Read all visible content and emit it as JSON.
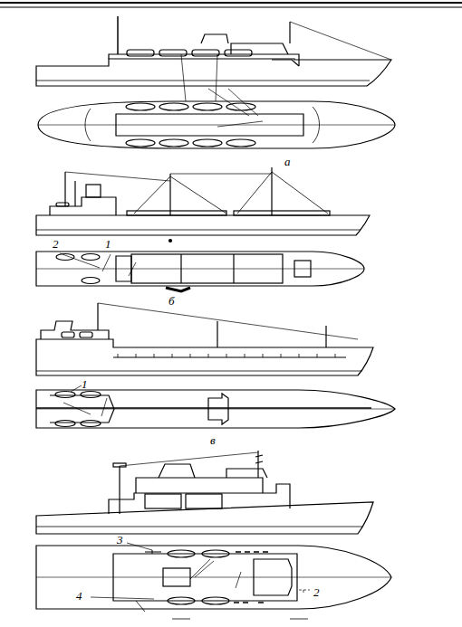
{
  "diagram": {
    "labels": [
      "а",
      "2",
      "1",
      "б",
      "1",
      "в",
      "3",
      "2",
      "4"
    ]
  }
}
